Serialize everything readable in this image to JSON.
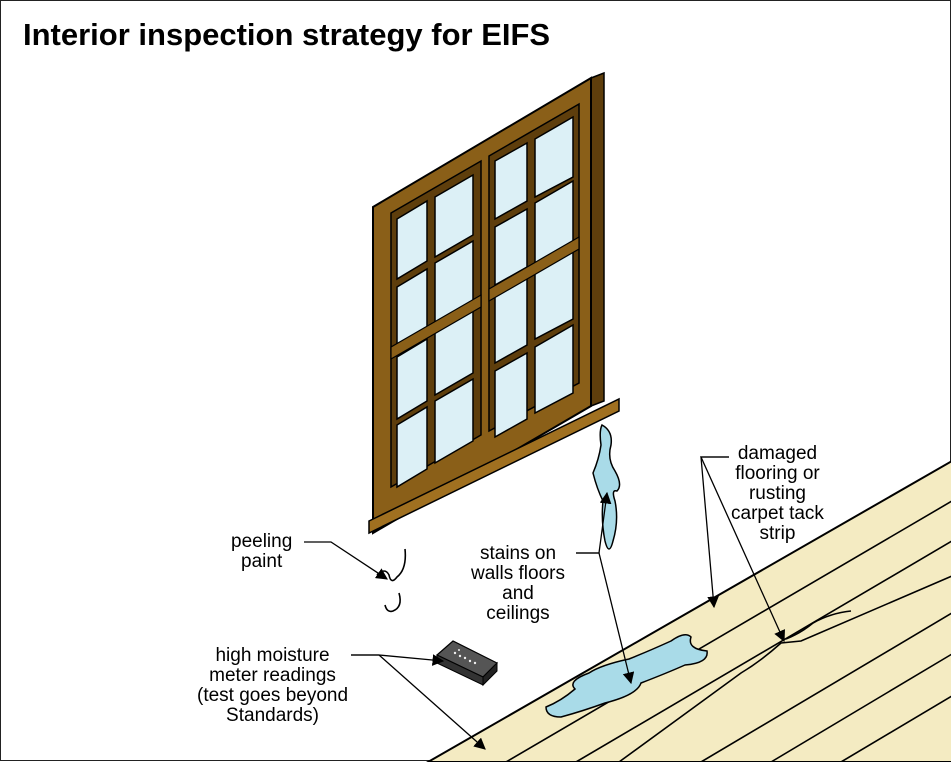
{
  "title": "Interior inspection strategy for EIFS",
  "labels": {
    "peeling_paint": [
      "peeling",
      "paint"
    ],
    "stains": [
      "stains on",
      "walls floors",
      "and",
      "ceilings"
    ],
    "damaged_flooring": [
      "damaged",
      "flooring or",
      "rusting",
      "carpet tack",
      "strip"
    ],
    "moisture_meter": [
      "high moisture",
      "meter readings",
      "(test goes beyond",
      "Standards)"
    ]
  },
  "colors": {
    "frame": "#8a5f18",
    "frame_dark": "#5e3e0c",
    "glass": "#dcf0f6",
    "water": "#a9dbe8",
    "floor": "#f4ebc2",
    "meter": "#444444",
    "ink": "#000000"
  }
}
